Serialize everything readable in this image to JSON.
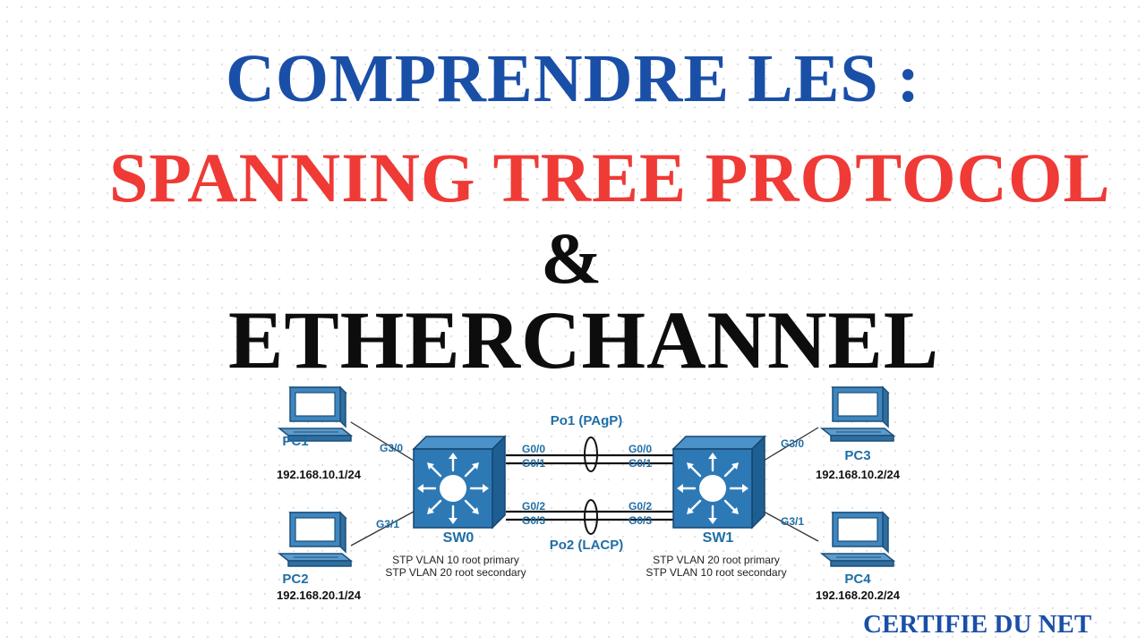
{
  "title": {
    "line1": "COMPRENDRE LES :",
    "line2": "SPANNING TREE PROTOCOL",
    "line3": "&",
    "line4": "ETHERCHANNEL"
  },
  "brand": "CERTIFIE DU NET",
  "colors": {
    "title_blue": "#1a4fa8",
    "title_red": "#ef3a36",
    "title_black": "#0d0d0d",
    "switch_blue": "#1f6ea6",
    "label_blue": "#1f6ea6"
  },
  "diagram": {
    "switches": {
      "sw0": {
        "name": "SW0",
        "notes": [
          "STP VLAN 10 root primary",
          "STP VLAN 20 root secondary"
        ]
      },
      "sw1": {
        "name": "SW1",
        "notes": [
          "STP VLAN 20 root primary",
          "STP VLAN 10 root secondary"
        ]
      }
    },
    "pcs": {
      "pc1": {
        "name": "PC1",
        "ip": "192.168.10.1/24",
        "port": "G3/0"
      },
      "pc2": {
        "name": "PC2",
        "ip": "192.168.20.1/24",
        "port": "G3/1"
      },
      "pc3": {
        "name": "PC3",
        "ip": "192.168.10.2/24",
        "port": "G3/0"
      },
      "pc4": {
        "name": "PC4",
        "ip": "192.168.20.2/24",
        "port": "G3/1"
      }
    },
    "channels": {
      "po1": {
        "label": "Po1 (PAgP)",
        "left_ports": [
          "G0/0",
          "G0/1"
        ],
        "right_ports": [
          "G0/0",
          "G0/1"
        ]
      },
      "po2": {
        "label": "Po2 (LACP)",
        "left_ports": [
          "G0/2",
          "G0/3"
        ],
        "right_ports": [
          "G0/2",
          "G0/3"
        ]
      }
    }
  }
}
